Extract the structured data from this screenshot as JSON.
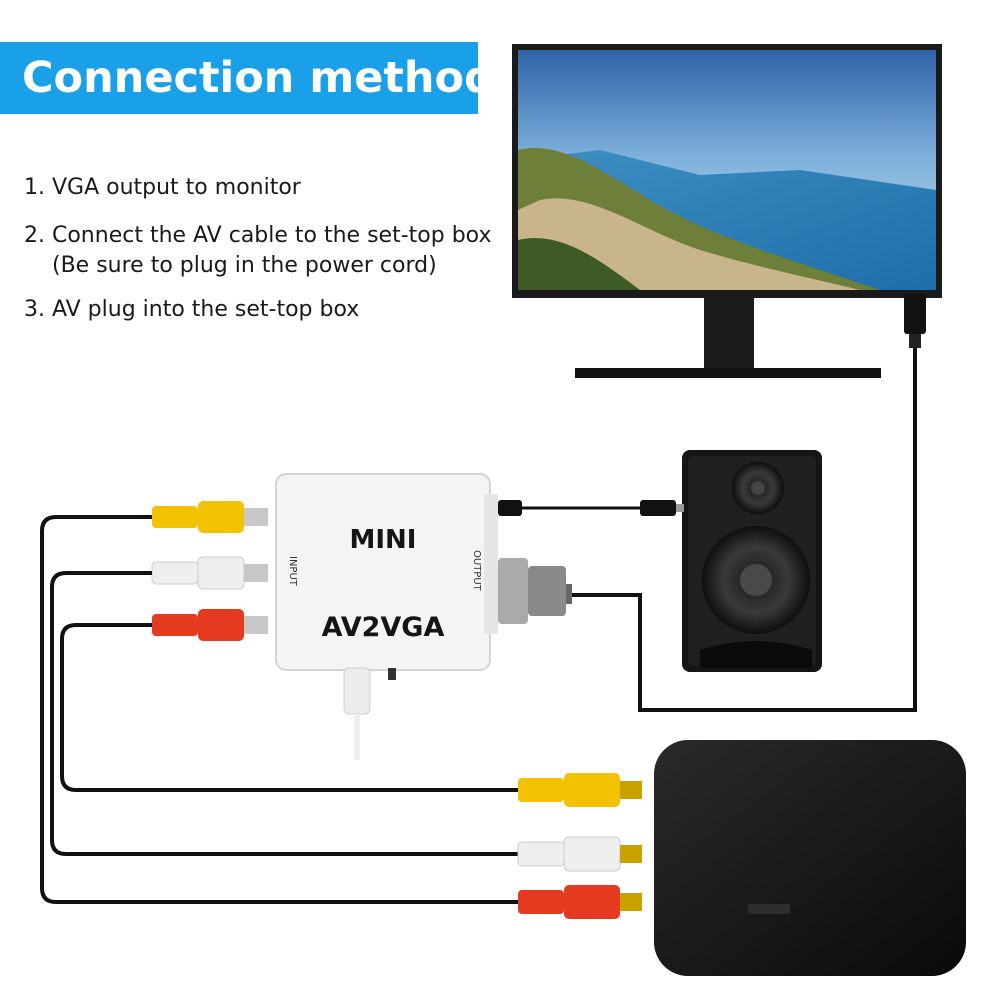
{
  "header": {
    "title": "Connection method"
  },
  "steps": [
    {
      "text": "1. VGA output to monitor"
    },
    {
      "text": "2. Connect the AV cable to the set-top box",
      "note": "(Be sure to plug in the power cord)"
    },
    {
      "text": "3. AV plug into the set-top box"
    }
  ],
  "adapter": {
    "brand_label": "MINI",
    "model_label": "AV2VGA",
    "input_label": "INPUT",
    "output_label": "OUTPUT"
  },
  "colors": {
    "banner": "#1aa0e8",
    "rca_yellow": "#f2c200",
    "rca_white": "#efefef",
    "rca_red": "#e43a1f",
    "cable": "#111111"
  },
  "icons": [
    "monitor-icon",
    "speaker-icon",
    "set-top-box-icon",
    "adapter-icon",
    "vga-plug-icon",
    "hdmi-plug-icon",
    "usb-power-plug-icon"
  ]
}
